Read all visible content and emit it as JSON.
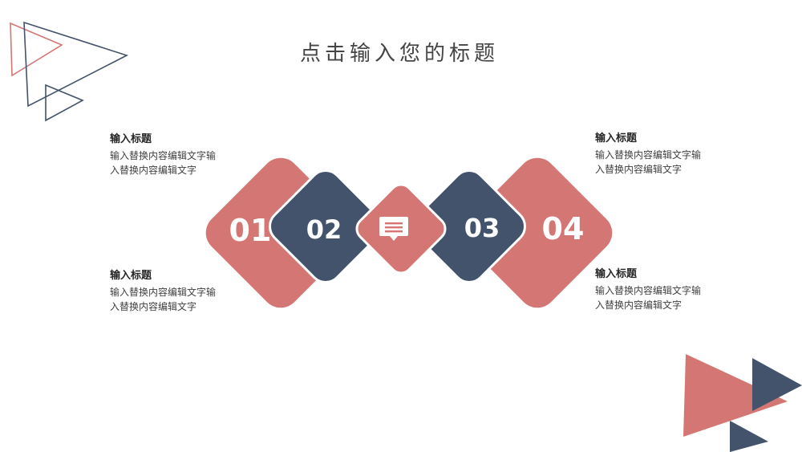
{
  "title": "点击输入您的标题",
  "colors": {
    "coral": "#d47774",
    "navy": "#43536b",
    "text": "#404040"
  },
  "diagram": {
    "diamonds": [
      {
        "number": "01",
        "color": "coral"
      },
      {
        "number": "02",
        "color": "navy"
      },
      {
        "number": "",
        "color": "coral",
        "icon": "message-icon"
      },
      {
        "number": "03",
        "color": "navy"
      },
      {
        "number": "04",
        "color": "coral"
      }
    ]
  },
  "blocks": [
    {
      "heading": "输入标题",
      "body": "输入替换内容编辑文字输入替换内容编辑文字"
    },
    {
      "heading": "输入标题",
      "body": "输入替换内容编辑文字输入替换内容编辑文字"
    },
    {
      "heading": "输入标题",
      "body": "输入替换内容编辑文字输入替换内容编辑文字"
    },
    {
      "heading": "输入标题",
      "body": "输入替换内容编辑文字输入替换内容编辑文字"
    }
  ]
}
